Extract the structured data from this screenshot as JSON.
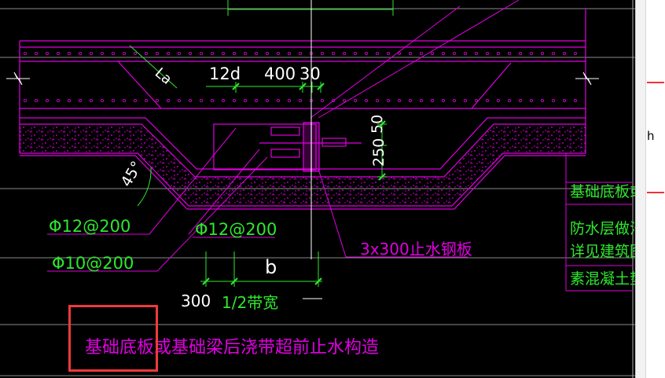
{
  "drawing": {
    "labels": {
      "lap": "La",
      "dim_12d": "12d",
      "dim_400": "400",
      "dim_30": "30",
      "dim_50": "50",
      "dim_250": "250",
      "angle": "45°",
      "rebar_a": "Φ12@200",
      "rebar_b": "Φ12@200",
      "rebar_c": "Φ10@200",
      "plate": "3x300止水钢板",
      "dim_b": "b",
      "dim_300": "300",
      "half_width": "1/2带宽",
      "title": "基础底板或基础梁后浇带超前止水构造"
    },
    "side_notes": [
      "基础底板或",
      "防水层做法",
      "详见建筑图",
      "素混凝土垫"
    ],
    "colors": {
      "background": "#000000",
      "magenta": "#e000e0",
      "green": "#2ee82e",
      "white": "#ffffff",
      "selection": "#f03a3a"
    }
  },
  "side_panel": {
    "letter": "h"
  }
}
